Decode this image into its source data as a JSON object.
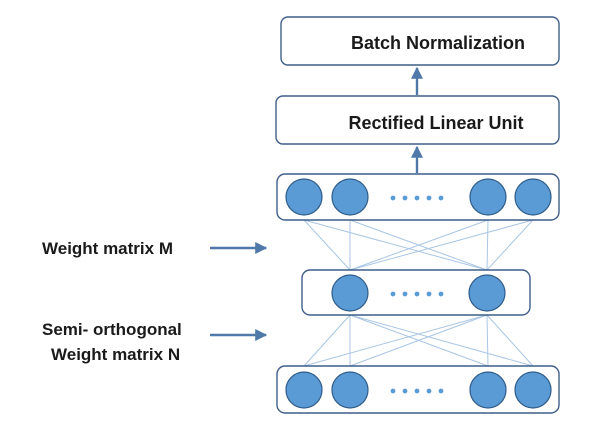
{
  "diagram": {
    "top_box": "Batch Normalization",
    "middle_box": "Rectified Linear Unit",
    "label_m": "Weight matrix M",
    "label_n_line1": "Semi- orthogonal",
    "label_n_line2": "Weight matrix N"
  },
  "layers": {
    "top": {
      "neurons": 4,
      "ellipsis_dots": 5
    },
    "middle": {
      "neurons": 2,
      "ellipsis_dots": 5
    },
    "bottom": {
      "neurons": 4,
      "ellipsis_dots": 5
    }
  },
  "colors": {
    "neuron_fill": "#5b9bd5",
    "neuron_stroke": "#2f5d8a",
    "box_stroke": "#3f5f88",
    "connection": "#a9c6e4",
    "arrow": "#4f79a8"
  }
}
